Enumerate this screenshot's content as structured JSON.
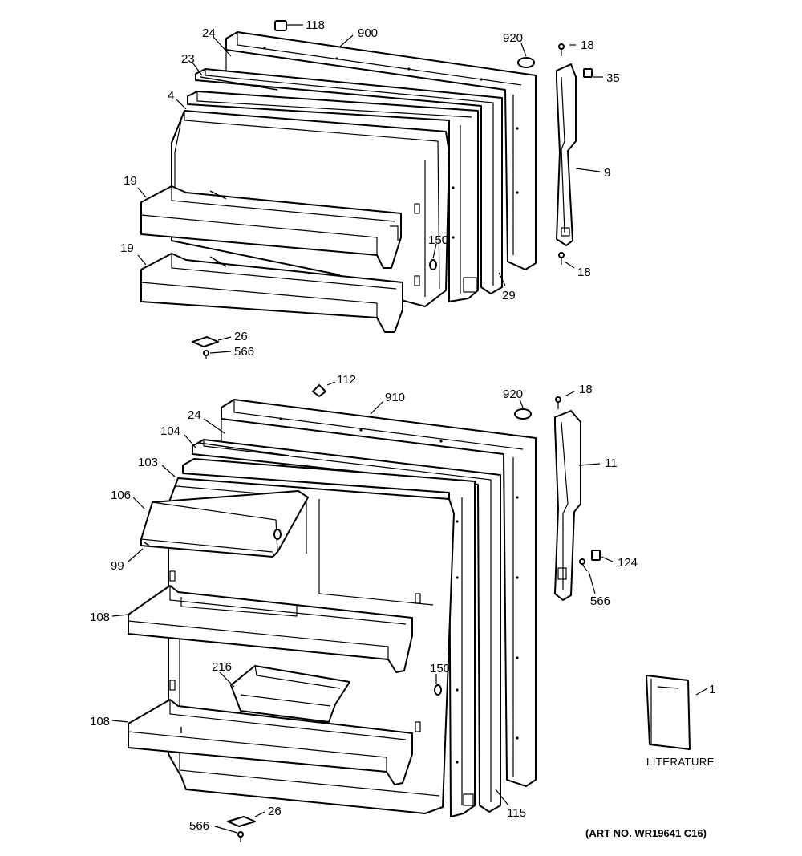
{
  "diagram": {
    "upper_callouts": [
      "118",
      "900",
      "24",
      "920",
      "18",
      "23",
      "35",
      "4",
      "9",
      "19",
      "150",
      "19",
      "29",
      "18",
      "26",
      "566"
    ],
    "lower_callouts": [
      "112",
      "910",
      "920",
      "18",
      "24",
      "104",
      "11",
      "103",
      "106",
      "99",
      "124",
      "566",
      "108",
      "216",
      "150",
      "108",
      "1",
      "115",
      "26",
      "566"
    ],
    "literature_label": "LITERATURE",
    "art_number": "(ART NO. WR19641 C16)"
  }
}
